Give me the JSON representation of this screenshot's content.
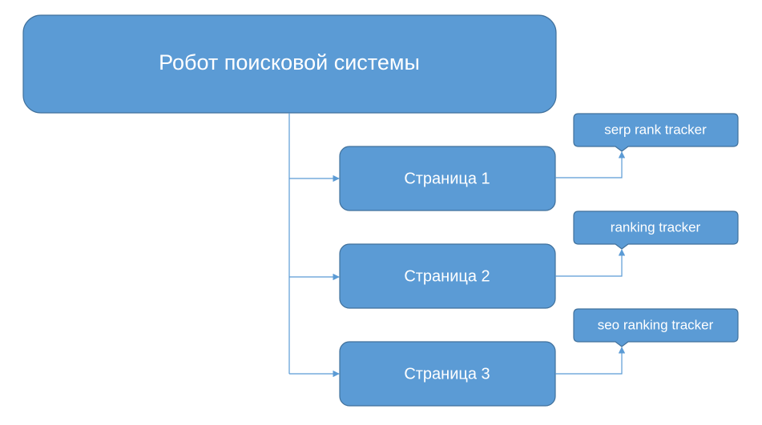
{
  "title": "Робот поисковой системы",
  "pages": [
    {
      "label": "Страница 1",
      "tag": "serp rank tracker"
    },
    {
      "label": "Страница 2",
      "tag": "ranking tracker"
    },
    {
      "label": "Страница 3",
      "tag": "seo ranking tracker"
    }
  ],
  "colors": {
    "box_fill": "#5b9bd5",
    "box_stroke": "#41719c",
    "text": "#ffffff",
    "connector": "#5b9bd5"
  }
}
